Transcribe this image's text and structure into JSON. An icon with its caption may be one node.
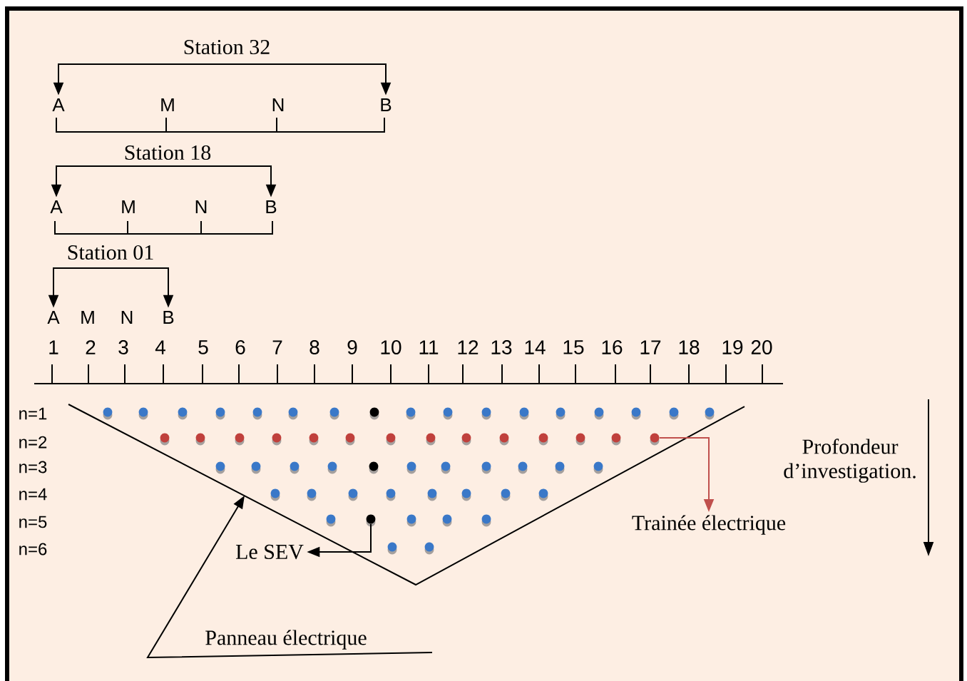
{
  "diagram": {
    "nodes": [
      {
        "text": [
          "A"
        ]
      },
      {
        "text": [
          "B"
        ]
      },
      {
        "text": [
          "A"
        ]
      },
      {
        "text": [
          "B"
        ]
      },
      {
        "text": [
          "A"
        ]
      },
      {
        "text": [
          "B"
        ]
      },
      {
        "text": [],
        "shape": "circle"
      },
      {
        "text": [],
        "shape": "circle"
      },
      {
        "text": [
          "Trainée électrique"
        ]
      },
      {
        "text": [
          "Le SEV"
        ]
      },
      {
        "text": [
          "Panneau électrique"
        ]
      }
    ],
    "edges": [
      {
        "from": 0,
        "to": 1,
        "arrow": "both"
      },
      {
        "from": 2,
        "to": 3,
        "arrow": "both"
      },
      {
        "from": 4,
        "to": 5,
        "arrow": "both"
      },
      {
        "from": 6,
        "to": 8,
        "arrow": "to",
        "color": "#c0504d"
      },
      {
        "from": 7,
        "to": 9,
        "arrow": "to"
      },
      {
        "from": 10,
        "to": null,
        "arrow": "to"
      }
    ],
    "labels": [
      "Station 32",
      "M",
      "N",
      "Station 18",
      "M",
      "N",
      "Station 01",
      "M",
      "N",
      "1",
      "2",
      "3",
      "4",
      "5",
      "6",
      "7",
      "8",
      "9",
      "10",
      "11",
      "12",
      "13",
      "14",
      "15",
      "16",
      "17",
      "18",
      "19",
      "20",
      "n=1",
      "n=2",
      "n=3",
      "n=4",
      "n=5",
      "n=6",
      "Profondeur d’investigation."
    ]
  }
}
